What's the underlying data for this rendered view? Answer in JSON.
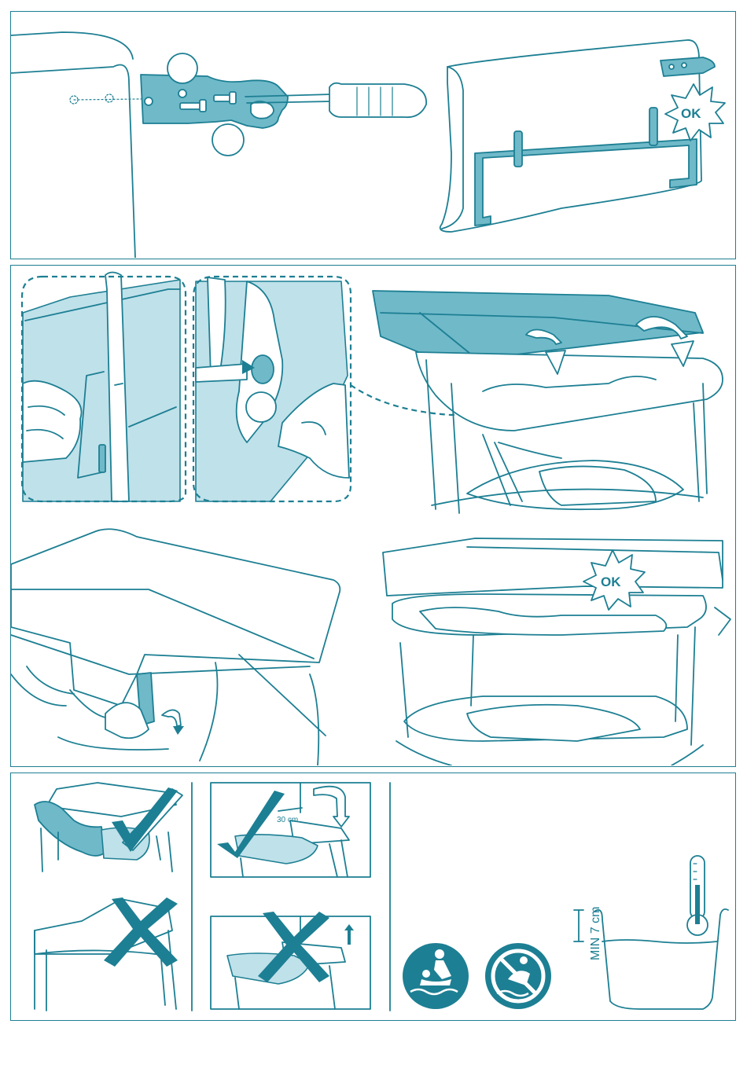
{
  "badges": {
    "ok_label_1": "OK",
    "ok_label_2": "OK"
  },
  "measurements": {
    "distance_label": "30 cm",
    "min_water_label": "MIN 7 cm"
  },
  "colors": {
    "primary": "#1d7f93",
    "mid": "#6fb9c9",
    "light": "#bfe1ea",
    "paper": "#ffffff"
  },
  "icons": [
    "screwdriver-icon",
    "ok-burst-icon",
    "rotate-arrow-icon",
    "check-mark-icon",
    "cross-mark-icon",
    "child-in-bath-supervised-icon",
    "no-unsupervised-child-icon",
    "thermometer-icon"
  ]
}
